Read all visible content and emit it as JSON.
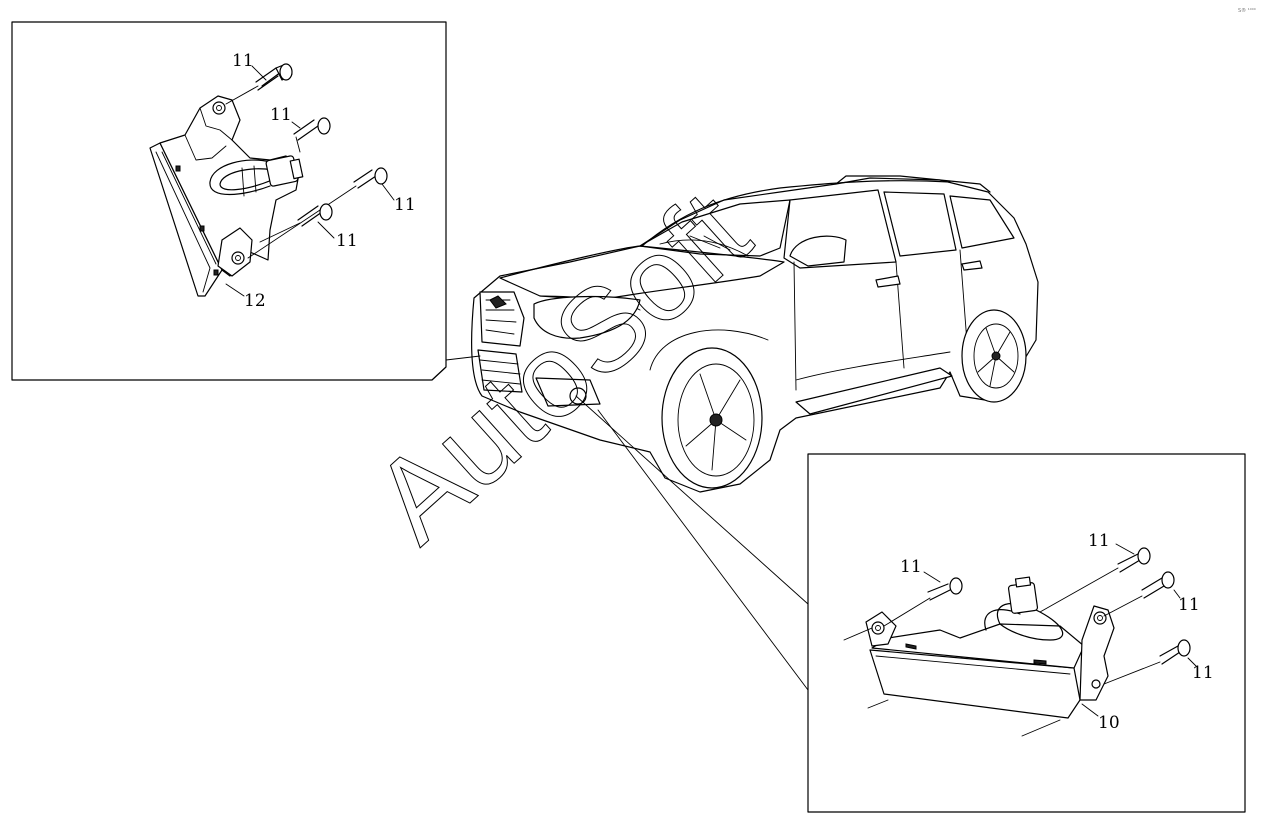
{
  "corner_mark": "S® ¹⁰⁰⁰",
  "watermark": "AutoSoft",
  "inset_left": {
    "callouts": [
      "11",
      "11",
      "11",
      "11",
      "12"
    ]
  },
  "inset_right": {
    "callouts": [
      "11",
      "11",
      "11",
      "11",
      "10"
    ]
  }
}
